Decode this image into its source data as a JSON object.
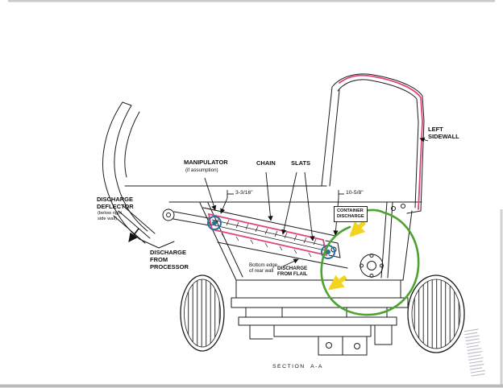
{
  "labels": {
    "manipulator": {
      "title": "MANIPULATOR",
      "note": "(if assumption)"
    },
    "chain": "CHAIN",
    "slats": "SLATS",
    "dim_manipulator": "3-3/16\"",
    "dim_discharge": "10-5/8\"",
    "container_discharge": "CONTAINER\nDISCHARGE",
    "left_sidewall": "LEFT\nSIDEWALL",
    "discharge_deflector": {
      "title": "DISCHARGE\nDEFLECTOR",
      "note": "(below right\nside wall)"
    },
    "discharge_processor": "DISCHARGE\nFROM\nPROCESSOR",
    "bottom_edge": "Bottom edge\nof rear wall",
    "discharge_flail": "DISCHARGE\nFROM FLAIL",
    "section": "SECTION  A-A"
  },
  "colors": {
    "line": "#1c1c1c",
    "highlight_pink": "#e0447e",
    "sprocket_blue": "#2a6f9e",
    "flow_green": "#4da32f",
    "arrow_yellow": "#f2d41f"
  }
}
